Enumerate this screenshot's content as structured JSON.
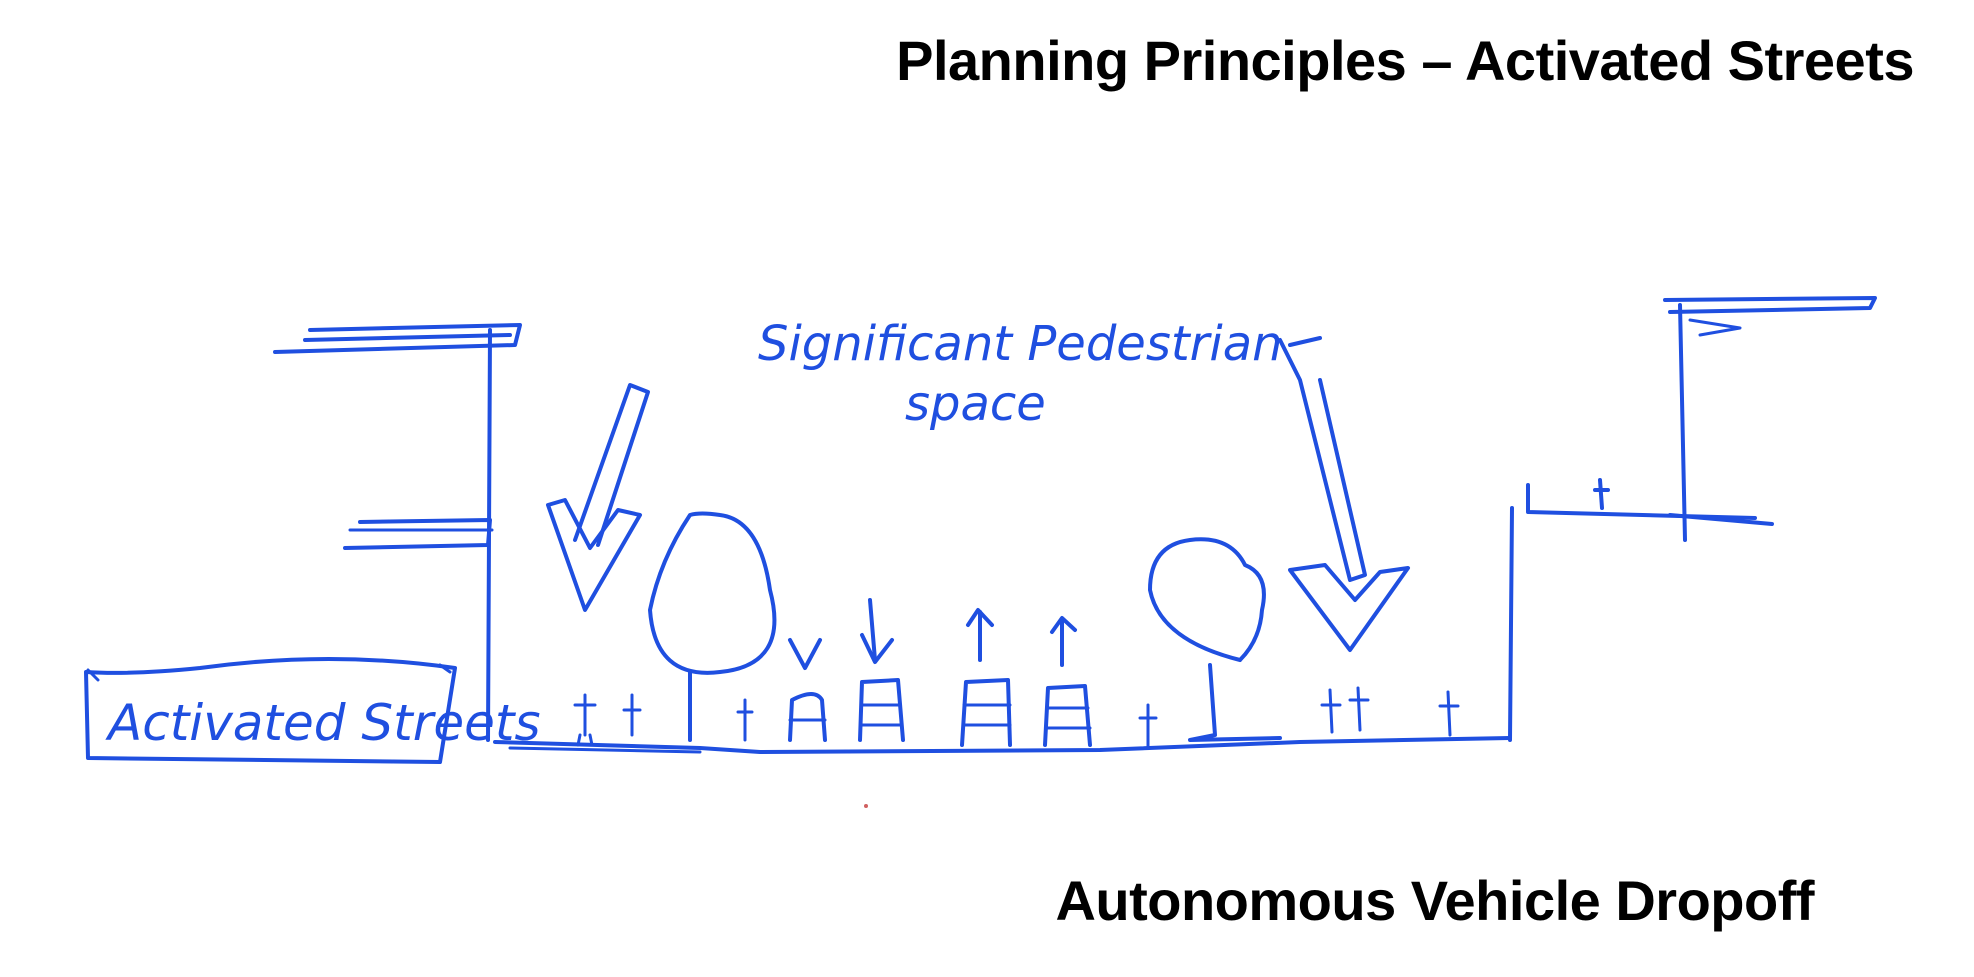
{
  "slide": {
    "title": "Planning Principles – Activated Streets",
    "subtitle": "Autonomous Vehicle Dropoff"
  },
  "sketch": {
    "labels": {
      "pedestrian_line1": "Significant Pedestrian",
      "pedestrian_line2": "space",
      "activated_streets": "Activated Streets"
    },
    "ink_color": "#1f4fe0"
  }
}
